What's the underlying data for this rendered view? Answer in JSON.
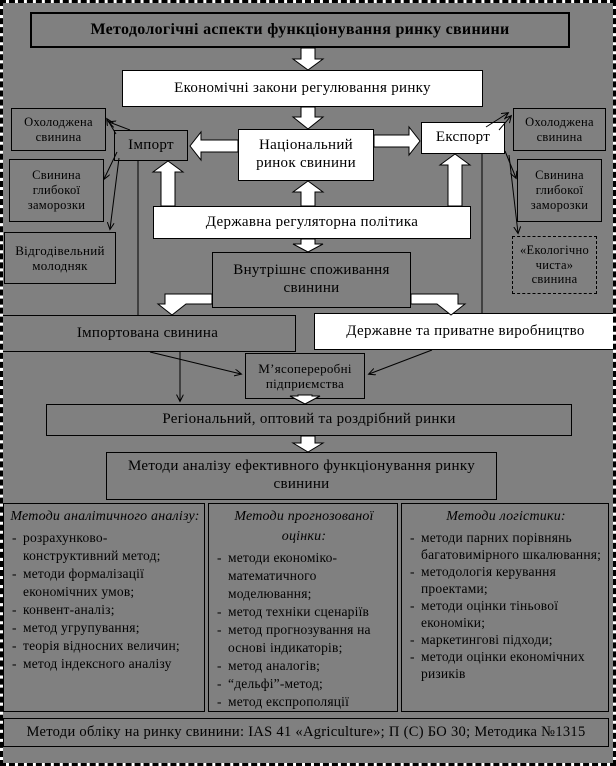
{
  "diagram": {
    "title": "Методологічні аспекти функціонування ринку свинини",
    "boxes": {
      "econ_laws": "Економічні закони регулювання ринку",
      "national_market": "Національний ринок свинини",
      "import": "Імпорт",
      "export": "Експорт",
      "chilled_left": "Охолоджена свинина",
      "chilled_right": "Охолоджена свинина",
      "frozen_left": "Свинина глибокої заморозки",
      "frozen_right": "Свинина глибокої заморозки",
      "young_stock": "Відгодівельний молодняк",
      "eco_clean": "«Екологічно чиста» свинина",
      "state_policy": "Державна регуляторна політика",
      "domestic_consumption": "Внутрішнє споживання свинини",
      "imported_pork": "Імпортована свинина",
      "state_private_production": "Державне та приватне виробництво",
      "meat_processing": "М’ясопереробні підприємства",
      "regional_markets": "Регіональний, оптовий та роздрібний ринки",
      "methods_header": "Методи аналізу ефективного функціонування ринку свинини"
    },
    "method_columns": [
      {
        "heading": "Методи аналітичного аналізу:",
        "items": [
          "розрахунково-конструктивний метод;",
          "методи формалізації економічних умов;",
          "конвент-аналіз;",
          "метод угрупування;",
          "теорія відносних величин;",
          "метод індексного аналізу"
        ]
      },
      {
        "heading": "Методи прогнозованої оцінки:",
        "items": [
          "методи економіко-математичного моделювання;",
          "метод техніки сценаріїв",
          "метод прогнозування на основі індикаторів;",
          "метод аналогів;",
          "“дельфі”-метод;",
          "метод експрополяції"
        ]
      },
      {
        "heading": "Методи логістики:",
        "items": [
          "методи парних порівнянь багатовимірного шкалювання;",
          "методологія керування проектами;",
          "методи оцінки тіньової економіки;",
          "маркетингові підходи;",
          "методи оцінки економічних ризиків"
        ]
      }
    ],
    "footer": "Методи обліку на ринку свинини: IAS 41 «Agriculture»; П (С) БО 30;  Методика №1315",
    "colors": {
      "background": "#808080",
      "box_white": "#ffffff",
      "border": "#000000"
    }
  }
}
